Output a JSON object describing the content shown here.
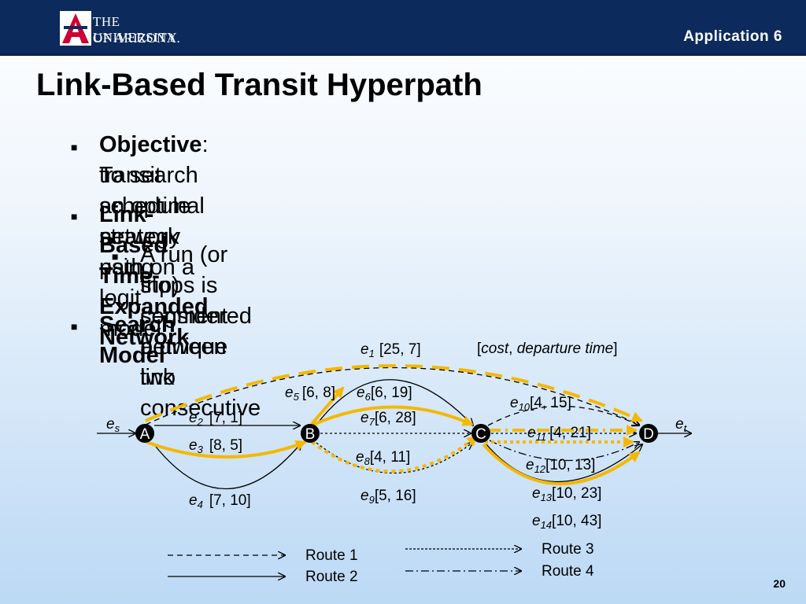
{
  "header": {
    "logo_line1": "THE UNIVERSITY",
    "logo_line2": "OF ARIZONA.",
    "section_label": "Application 6"
  },
  "title": "Link-Based Transit Hyperpath",
  "bullets": {
    "objective_label": "Objective",
    "objective_text1": ":  To search an optimal strategy path on a",
    "objective_text2": "transit schedule network using logit model",
    "network_label": "Link-Based Time-Expanded Network",
    "network_sub1": " A run (or trip) segment between two consecutive",
    "network_sub2": "stops is considered a unique link",
    "search_label": "Search Model"
  },
  "diagram": {
    "nodes": [
      "A",
      "B",
      "C",
      "D"
    ],
    "es_main": "e",
    "es_sub": "s",
    "et_main": "e",
    "et_sub": "t",
    "legend_note": {
      "open": "[",
      "cost": "cost",
      "comma": ", ",
      "dep": "departure time",
      "close": "]"
    },
    "links": [
      {
        "id": "e",
        "sub": "1",
        "value": "[25, 7]"
      },
      {
        "id": "e",
        "sub": "2",
        "value": "[7, 1]"
      },
      {
        "id": "e",
        "sub": "3",
        "value": "[8, 5]"
      },
      {
        "id": "e",
        "sub": "4",
        "value": "[7, 10]"
      },
      {
        "id": "e",
        "sub": "5",
        "value": "[6, 8]"
      },
      {
        "id": "e",
        "sub": "6",
        "value": "[6, 19]"
      },
      {
        "id": "e",
        "sub": "7",
        "value": "[6, 28]"
      },
      {
        "id": "e",
        "sub": "8",
        "value": "[4, 11]"
      },
      {
        "id": "e",
        "sub": "9",
        "value": "[5, 16]"
      },
      {
        "id": "e",
        "sub": "10",
        "value": "[4, 15]"
      },
      {
        "id": "e",
        "sub": "11",
        "value": "[4, 21]"
      },
      {
        "id": "e",
        "sub": "12",
        "value": "[10, 13]"
      },
      {
        "id": "e",
        "sub": "13",
        "value": "[10, 23]"
      },
      {
        "id": "e",
        "sub": "14",
        "value": "[10, 43]"
      }
    ],
    "routes": [
      "Route 1",
      "Route 2",
      "Route 3",
      "Route 4"
    ],
    "colors": {
      "highlight": "#f5b800",
      "node": "#000000",
      "header": "#0c2a5b",
      "logo_red": "#cc0033"
    }
  },
  "page_number": "20"
}
